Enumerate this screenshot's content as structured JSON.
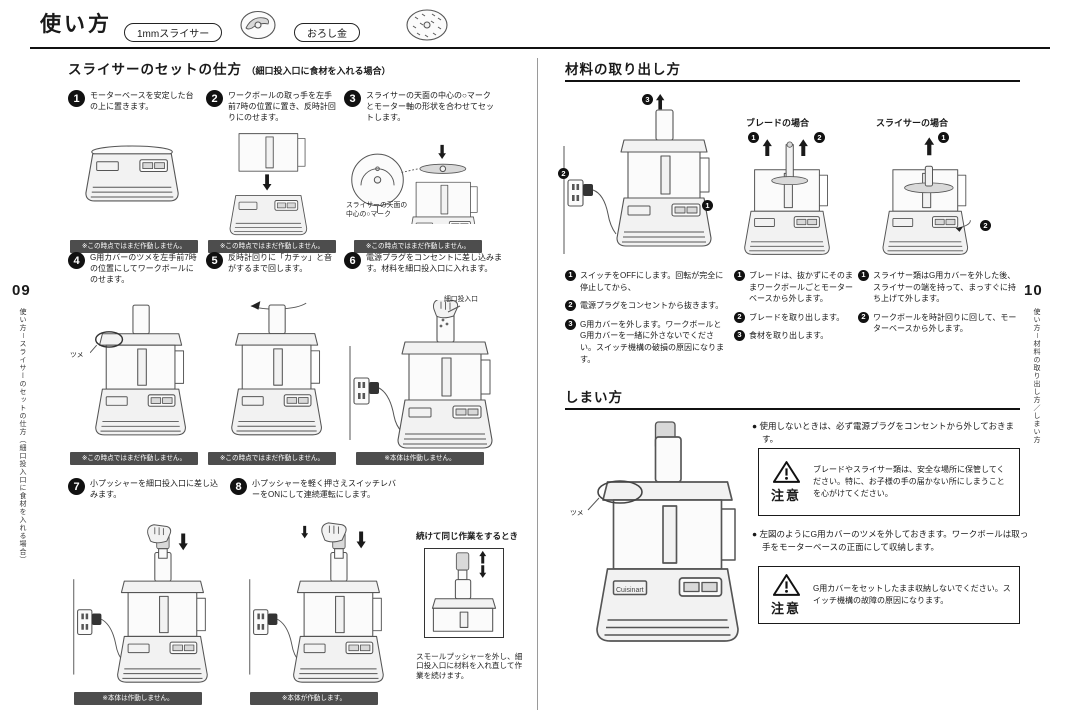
{
  "brand": "Cuisinart",
  "markers": {
    "m1": "1",
    "m2": "2",
    "m3": "3"
  },
  "header": {
    "title": "使い方",
    "badge1": "1mmスライサー",
    "badge2": "おろし金"
  },
  "left_edge": {
    "page_number": "09",
    "side_label": "使い方－スライサーのセットの仕方（細口投入口に食材を入れる場合）"
  },
  "right_edge": {
    "page_number": "10",
    "side_label": "使い方－材料の取り出し方／しまい方"
  },
  "left_page": {
    "section_title": "スライサーのセットの仕方",
    "section_note": "（細口投入口に食材を入れる場合）",
    "labels": {
      "tsume": "ツメ",
      "feed_tube": "細口投入口",
      "disc_mark": "スライサーの天面の中心の○マーク"
    },
    "steps": [
      {
        "num": "1",
        "text": "モーターベースを安定した台の上に置きます。",
        "caption": "※この時点ではまだ作動しません。"
      },
      {
        "num": "2",
        "text": "ワークボールの取っ手を左手前7時の位置に置き、反時計回りにのせます。",
        "caption": "※この時点ではまだ作動しません。"
      },
      {
        "num": "3",
        "text": "スライサーの天面の中心の○マークとモーター軸の形状を合わせてセットします。",
        "caption": "※この時点ではまだ作動しません。"
      },
      {
        "num": "4",
        "text": "G用カバーのツメを左手前7時の位置にしてワークボールにのせます。",
        "caption": "※この時点ではまだ作動しません。"
      },
      {
        "num": "5",
        "text": "反時計回りに「カチッ」と音がするまで回します。",
        "caption": "※この時点ではまだ作動しません。"
      },
      {
        "num": "6",
        "text": "電源プラグをコンセントに差し込みます。材料を細口投入口に入れます。",
        "caption": "※本体は作動しません。"
      },
      {
        "num": "7",
        "text": "小プッシャーを細口投入口に差し込みます。",
        "caption": "※本体は作動しません。"
      },
      {
        "num": "8",
        "text": "小プッシャーを軽く押さえスイッチレバーをONにして連続運転にします。",
        "caption": "※本体が作動します。"
      }
    ],
    "continue_box": {
      "title": "続けて同じ作業をするとき",
      "text": "スモールプッシャーを外し、細口投入口に材料を入れ直して作業を続けます。"
    }
  },
  "right_page": {
    "removal": {
      "title": "材料の取り出し方",
      "case_blade": "ブレードの場合",
      "case_slicer": "スライサーの場合",
      "main_steps": [
        "スイッチをOFFにします。回転が完全に停止してから、",
        "電源プラグをコンセントから抜きます。",
        "G用カバーを外します。ワークボールとG用カバーを一緒に外さないでください。スイッチ機構の破損の原因になります。"
      ],
      "blade_steps": [
        "ブレードは、抜かずにそのままワークボールごとモーターベースから外します。",
        "ブレードを取り出します。",
        "食材を取り出します。"
      ],
      "slicer_steps": [
        "スライサー類はG用カバーを外した後、スライサーの端を持って、まっすぐに持ち上げて外します。",
        "ワークボールを時計回りに回して、モーターベースから外します。"
      ]
    },
    "storage": {
      "title": "しまい方",
      "tsume_label": "ツメ",
      "bullet1": "● 使用しないときは、必ず電源プラグをコンセントから外しておきます。",
      "caution1": {
        "label": "注意",
        "text": "ブレードやスライサー類は、安全な場所に保管してください。特に、お子様の手の届かない所にしまうことを心がけてください。"
      },
      "bullet2": "● 左図のようにG用カバーのツメを外しておきます。ワークボールは取っ手をモーターベースの正面にして収納します。",
      "caution2": {
        "label": "注意",
        "text": "G用カバーをセットしたまま収納しないでください。スイッチ機構の故障の原因になります。"
      }
    }
  }
}
